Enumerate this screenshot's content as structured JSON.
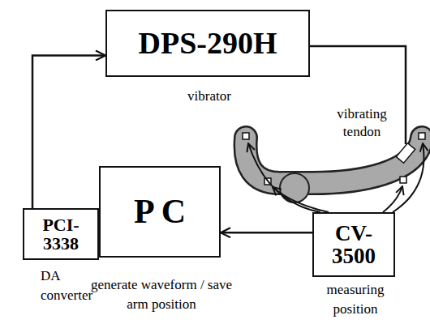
{
  "diagram": {
    "nodes": [
      {
        "text": [
          "DPS-290H",
          "vibrator"
        ]
      },
      {
        "text": [
          "PCI-3338",
          "DA converter"
        ]
      },
      {
        "text": [
          "P C",
          "generate waveform / save arm position"
        ]
      },
      {
        "text": [
          "CV-3500",
          "measuring position"
        ]
      }
    ],
    "edges": [
      {
        "from": 1,
        "to": 0,
        "arrow": "to"
      },
      {
        "from": 3,
        "to": 2,
        "arrow": "to"
      }
    ],
    "labels": [
      "vibrating tendon"
    ]
  }
}
